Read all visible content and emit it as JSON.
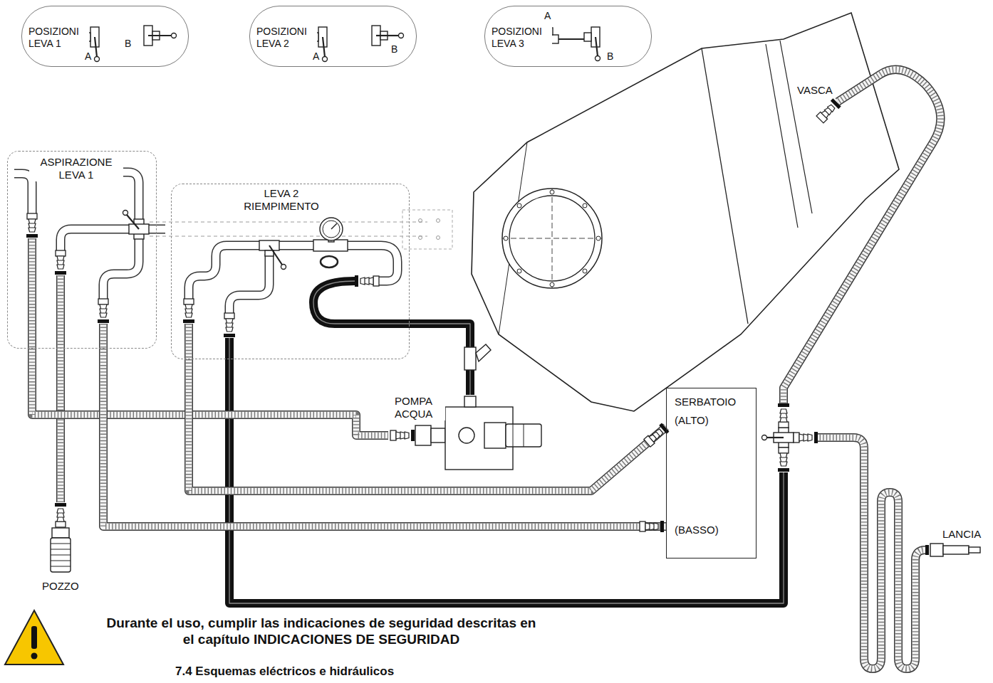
{
  "diagram": {
    "nodes": [
      {
        "text": [
          "POSIZIONI LEVA 1",
          "A",
          "B"
        ]
      },
      {
        "text": [
          "POSIZIONI LEVA 2",
          "A",
          "B"
        ]
      },
      {
        "text": [
          "POSIZIONI LEVA 3",
          "A",
          "B"
        ]
      },
      {
        "text": [
          "ASPIRAZIONE LEVA 1"
        ]
      },
      {
        "text": [
          "LEVA 2 RIEMPIMENTO"
        ]
      },
      {
        "text": [
          "SERBATOIO",
          "(ALTO)",
          "(BASSO)"
        ]
      },
      {
        "text": [
          "POMPA ACQUA"
        ]
      }
    ],
    "edges": [
      {
        "from": 3,
        "to": 6,
        "arrow": "none"
      },
      {
        "from": 6,
        "to": 4,
        "arrow": "none"
      },
      {
        "from": 4,
        "to": 5,
        "arrow": "none"
      },
      {
        "from": 3,
        "to": 5,
        "arrow": "none"
      }
    ],
    "labels": [
      "VASCA",
      "POZZO",
      "LANCIA",
      "Durante el uso, cumplir las indicaciones de seguridad descritas en el capítulo INDICACIONES DE SEGURIDAD",
      "7.4 Esquemas eléctricos e hidráulicos"
    ]
  }
}
